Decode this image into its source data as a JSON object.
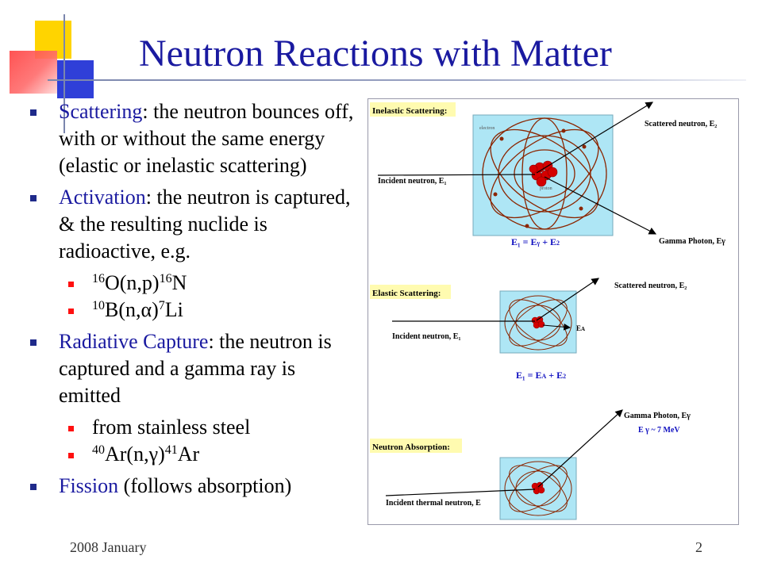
{
  "slide": {
    "title": "Neutron Reactions with Matter",
    "footer_left": "2008 January",
    "page_number": "2"
  },
  "bullets": {
    "scattering_key": "Scattering",
    "scattering_text": ": the neutron bounces off, with or without the same energy (elastic or inelastic scattering)",
    "activation_key": "Activation",
    "activation_text": ": the neutron is captured, & the resulting nuclide is radioactive, e.g.",
    "act_ex1_pre": "16",
    "act_ex1_mid": "O(n,p)",
    "act_ex1_post": "16",
    "act_ex1_end": "N",
    "act_ex2_pre": "10",
    "act_ex2_mid": "B(n,α)",
    "act_ex2_post": "7",
    "act_ex2_end": "Li",
    "capture_key": "Radiative Capture",
    "capture_text": ": the neutron is captured and a gamma ray is emitted",
    "cap_ex1": "from stainless steel",
    "cap_ex2_pre": "40",
    "cap_ex2_mid": "Ar(n,γ)",
    "cap_ex2_post": "41",
    "cap_ex2_end": "Ar",
    "fission_key": "Fission",
    "fission_text": " (follows absorption)"
  },
  "figure": {
    "inelastic_label": "Inelastic Scattering:",
    "inelastic_incident": "Incident neutron, E",
    "inelastic_scattered": "Scattered neutron, E",
    "inelastic_gamma": "Gamma Photon, Eγ",
    "inelastic_electron": "electron",
    "inelastic_proton": "proton",
    "inelastic_equation": "E₁ = E",
    "elastic_label": "Elastic Scattering:",
    "elastic_incident": "Incident neutron, E",
    "elastic_scattered": "Scattered neutron, E",
    "elastic_recoil": "E",
    "elastic_equation": "E₁ = E",
    "absorption_label": "Neutron Absorption:",
    "absorption_incident": "Incident thermal neutron, E",
    "absorption_gamma": "Gamma Photon, Eγ",
    "absorption_energy": "E γ ~ 7 MeV",
    "colors": {
      "panel_bg": "#aee6f5",
      "orbit": "#8b2500",
      "nucleus": "#d40000",
      "label_bg": "#fffbb0",
      "equation": "#1010c0"
    }
  }
}
